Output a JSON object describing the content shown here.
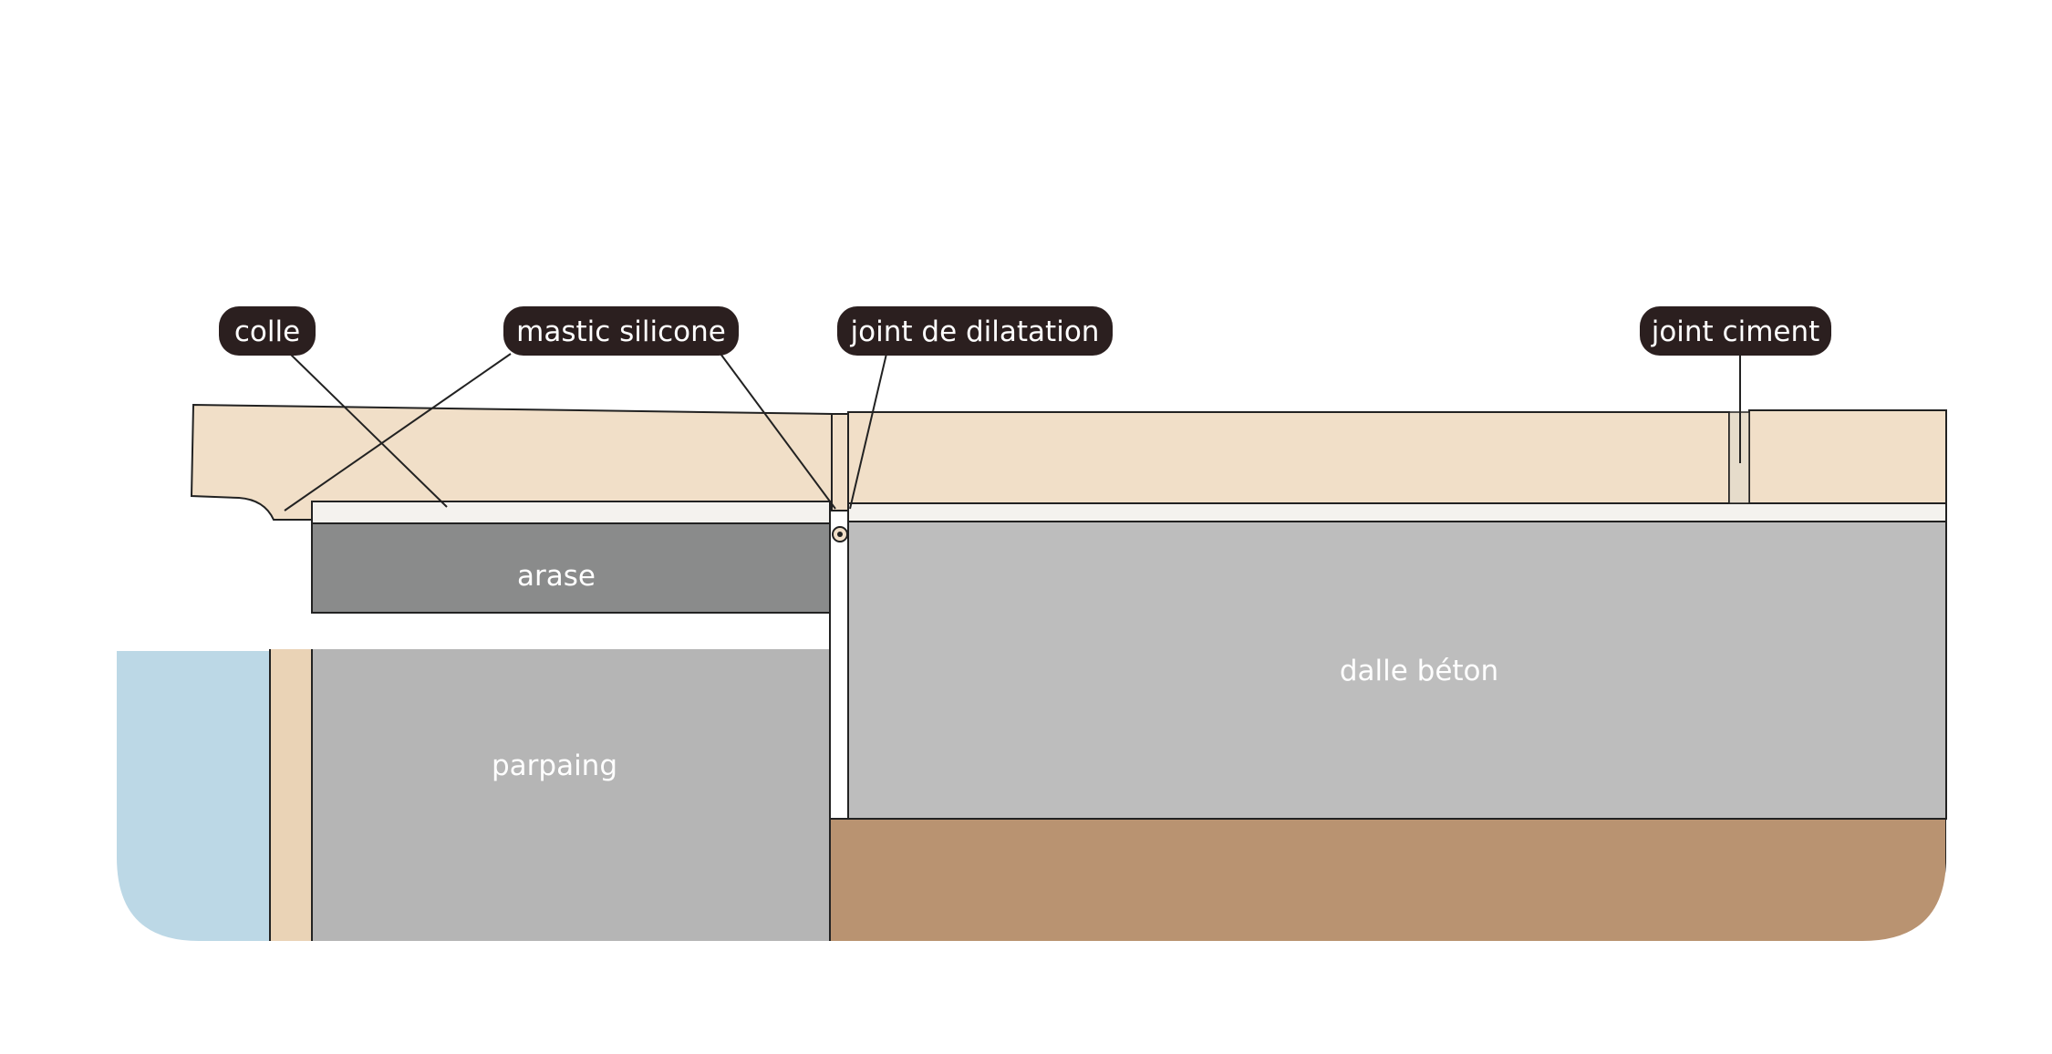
{
  "labels": {
    "colle": "colle",
    "mastic_silicone": "mastic silicone",
    "joint_dilatation": "joint de dilatation",
    "joint_ciment": "joint ciment",
    "arase": "arase",
    "parpaing": "parpaing",
    "dalle_beton": "dalle béton"
  },
  "colors": {
    "water": "#bcd8e6",
    "tile": "#f1dfc8",
    "tile_edge": "#e3c9a8",
    "mortar": "#f4f2ee",
    "arase": "#8a8b8b",
    "parpaing": "#b5b5b5",
    "slab": "#bdbdbd",
    "soil": "#b99371",
    "tag": "#2b1f1f",
    "outline": "#222222"
  }
}
